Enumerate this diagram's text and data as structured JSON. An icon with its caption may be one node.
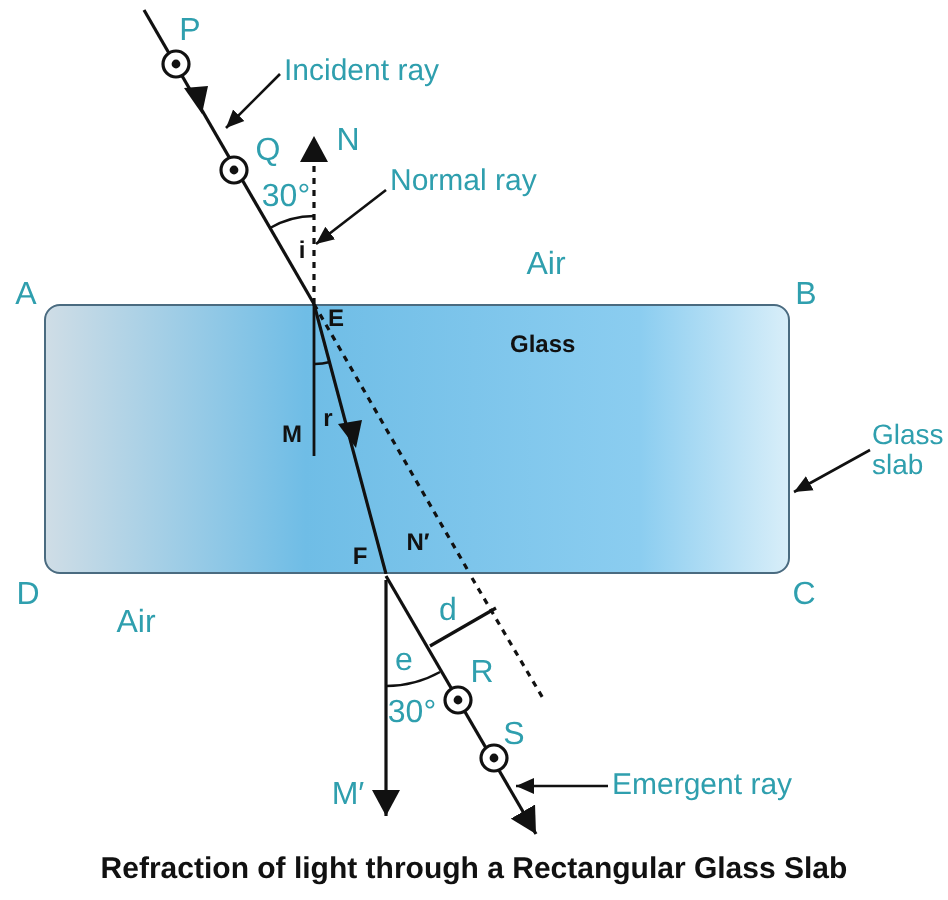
{
  "diagram": {
    "caption": "Refraction of light through a Rectangular Glass Slab",
    "nodes": [
      {
        "text": [
          "Glass"
        ]
      },
      {
        "text": [
          "Incident ray"
        ]
      },
      {
        "text": [],
        "shape": "line"
      },
      {
        "text": [
          "Normal ray"
        ]
      },
      {
        "text": [],
        "shape": "line"
      },
      {
        "text": [
          "Glass slab"
        ]
      },
      {
        "text": [
          "Emergent ray"
        ]
      },
      {
        "text": [],
        "shape": "line"
      }
    ],
    "edges": [
      {
        "from": 1,
        "to": 2,
        "arrow": "to"
      },
      {
        "from": 3,
        "to": 4,
        "arrow": "to"
      },
      {
        "from": 5,
        "to": 0,
        "arrow": "to"
      },
      {
        "from": 6,
        "to": 7,
        "arrow": "to"
      }
    ],
    "labels": [
      "P",
      "Q",
      "N",
      "30°",
      "i",
      "A",
      "Air",
      "B",
      "E",
      "M",
      "r",
      "F",
      "N′",
      "D",
      "Air",
      "C",
      "d",
      "e",
      "R",
      "30°",
      "S",
      "M′"
    ]
  }
}
